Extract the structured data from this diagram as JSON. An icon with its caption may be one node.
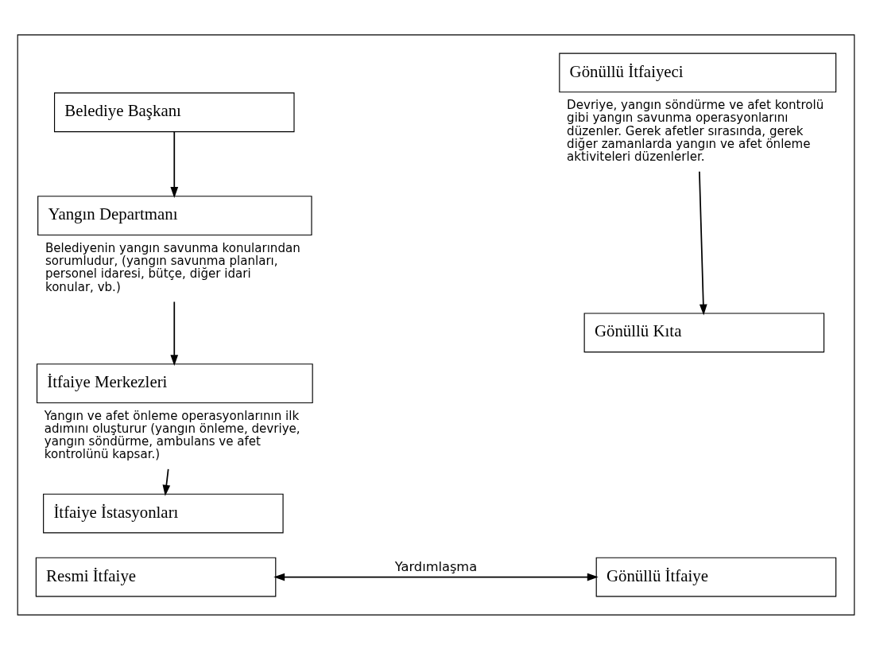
{
  "diagram": {
    "nodes": [
      {
        "text": [],
        "shape": "box"
      },
      {
        "text": [
          "Belediye Başkanı"
        ],
        "in": 0
      },
      {
        "text": [
          "Yangın Departmanı"
        ],
        "in": 0,
        "beside": [
          "Belediyenin yangın savunma konularından sorumludur, (yangın savunma planları, personel idaresi, bütçe, diğer idari konular, vb.)"
        ]
      },
      {
        "text": [
          "İtfaiye Merkezleri"
        ],
        "in": 0,
        "beside": [
          "Yangın ve afet önleme operasyonlarının ilk adımını oluşturur (yangın önleme, devriye, yangın söndürme, ambulans ve afet kontrolünü kapsar.)"
        ]
      },
      {
        "text": [
          "İtfaiye İstasyonları"
        ],
        "in": 0
      },
      {
        "text": [
          "Gönüllü İtfaiyeci"
        ],
        "in": 0,
        "beside": [
          "Devriye, yangın söndürme ve afet kontrolü gibi yangın savunma operasyonlarını düzenler. Gerek afetler sırasında, gerek diğer zamanlarda yangın ve afet önleme aktiviteleri düzenlerler."
        ]
      },
      {
        "text": [
          "Gönüllü Kıta"
        ],
        "in": 0
      },
      {
        "text": [
          "Resmi İtfaiye"
        ],
        "in": 0
      },
      {
        "text": [
          "Gönüllü İtfaiye"
        ],
        "in": 0
      }
    ],
    "edges": [
      {
        "from": 1,
        "to": 2,
        "arrow": "to"
      },
      {
        "from": 2,
        "to": 3,
        "arrow": "to"
      },
      {
        "from": 3,
        "to": 4,
        "arrow": "to"
      },
      {
        "from": 5,
        "to": 6,
        "arrow": "to"
      },
      {
        "from": 7,
        "to": 8,
        "arrow": "both",
        "label": "Yardımlaşma"
      }
    ]
  }
}
